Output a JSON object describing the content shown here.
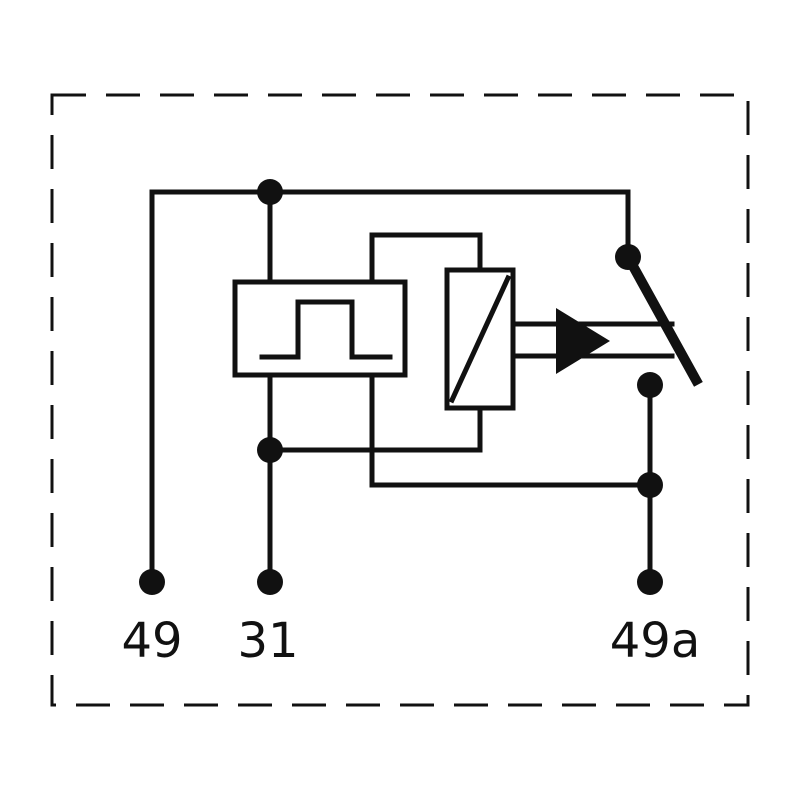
{
  "terminals": [
    {
      "id": "t49",
      "label": "49"
    },
    {
      "id": "t31",
      "label": "31"
    },
    {
      "id": "t49a",
      "label": "49a"
    }
  ],
  "colors": {
    "line": "#111111",
    "background": "#ffffff"
  }
}
